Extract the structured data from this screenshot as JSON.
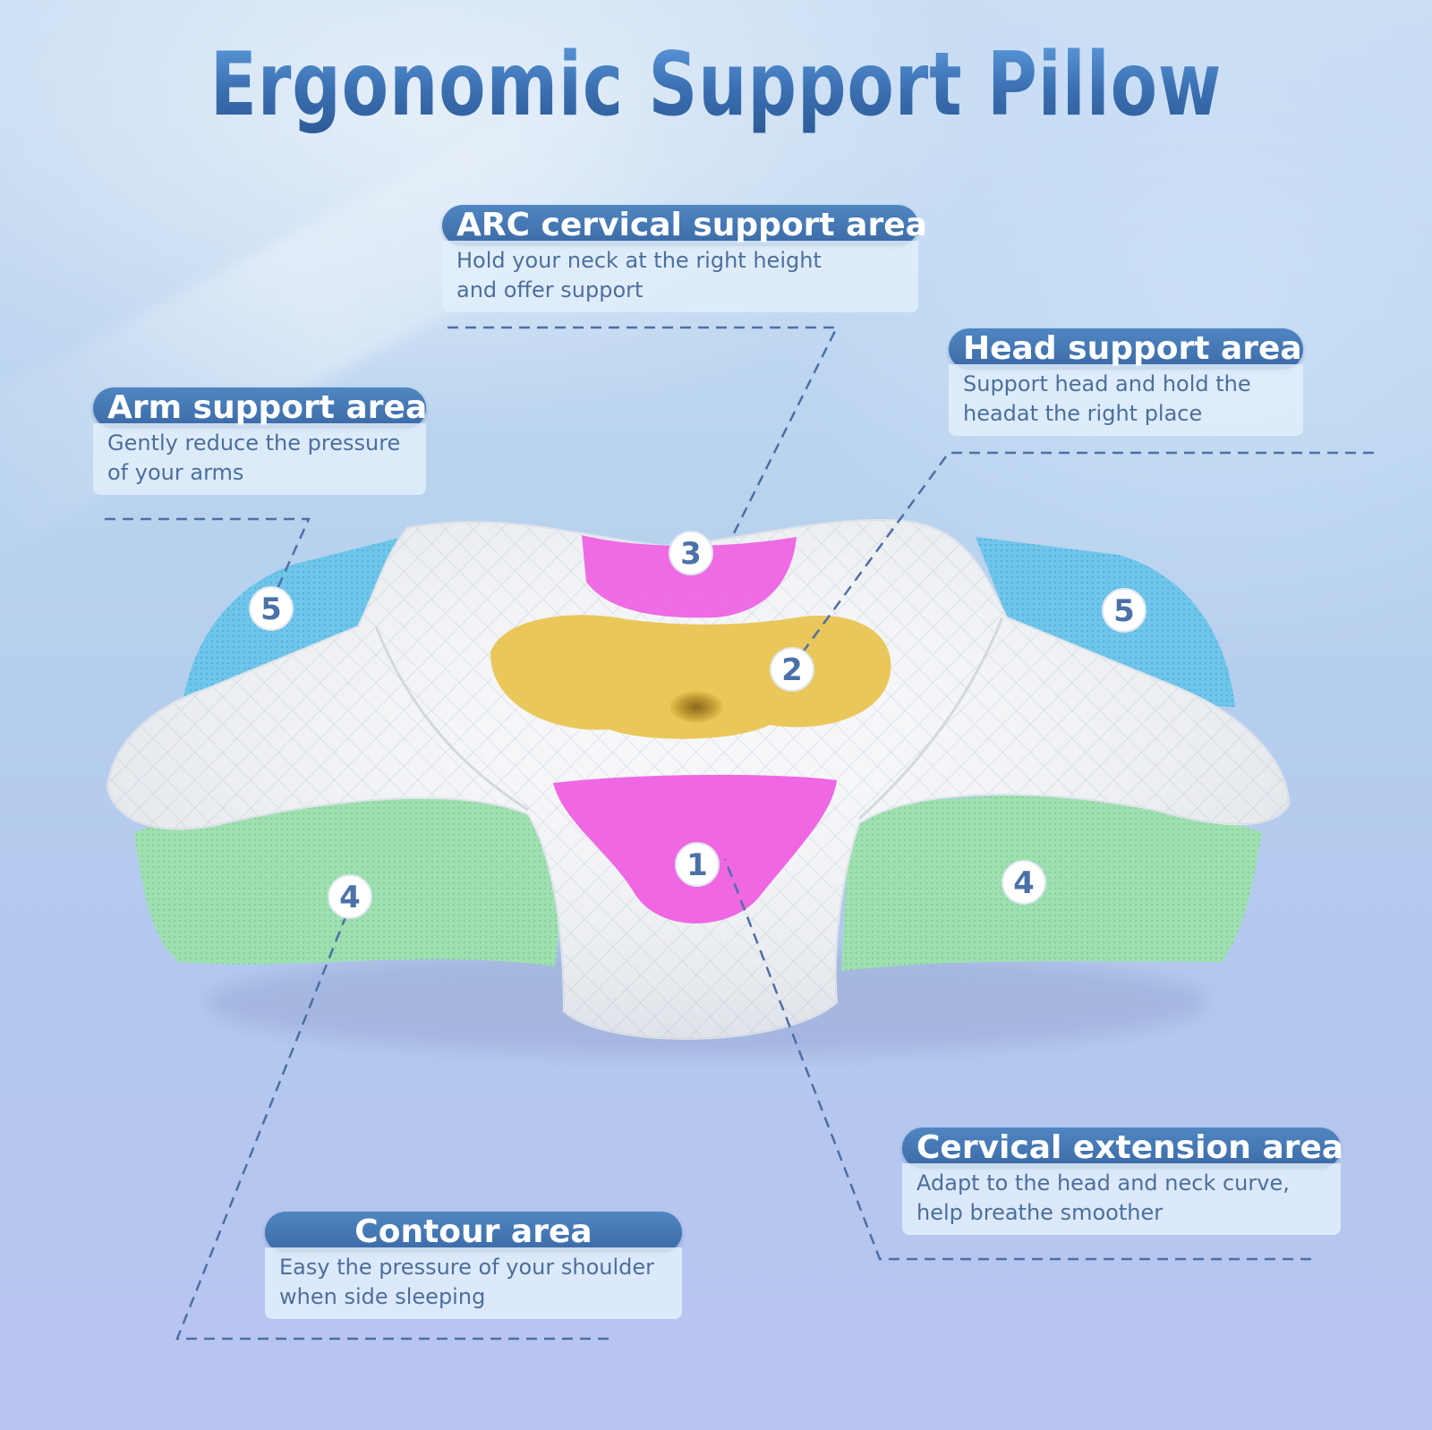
{
  "title": "Ergonomic Support Pillow",
  "callouts": {
    "arc": {
      "heading": "ARC cervical support area",
      "line1": "Hold your neck at the right height",
      "line2": "and offer support"
    },
    "head": {
      "heading": "Head support area",
      "line1": "Support head and hold the",
      "line2": "headat the right place"
    },
    "arm": {
      "heading": "Arm support area",
      "line1": "Gently reduce the pressure",
      "line2": "of your arms"
    },
    "cervical": {
      "heading": "Cervical extension area",
      "line1": "Adapt to the head and neck curve,",
      "line2": "help breathe smoother"
    },
    "contour": {
      "heading": "Contour area",
      "line1": "Easy the pressure of your shoulder",
      "line2": "when side sleeping"
    }
  },
  "markers": [
    "1",
    "2",
    "3",
    "4",
    "4",
    "5",
    "5"
  ],
  "colors": {
    "accent_blue": "#3f73b5",
    "zone_magenta": "#ee5fe0",
    "zone_yellow": "#e8c24f",
    "mesh_green": "#9ee2b0",
    "mesh_blue": "#6cc7ea"
  }
}
